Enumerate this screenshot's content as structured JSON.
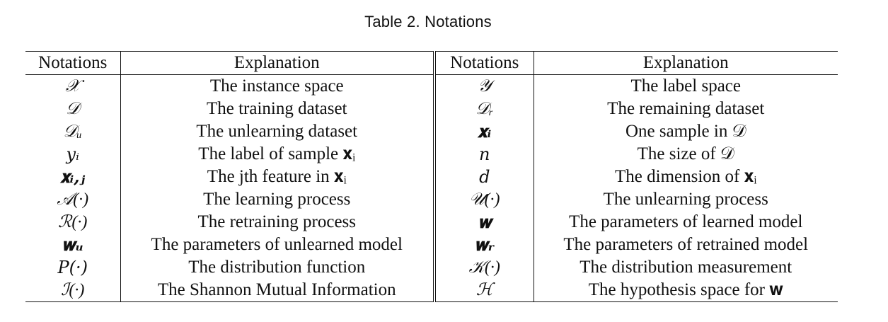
{
  "caption": "Table 2.  Notations",
  "table": {
    "headers": [
      "Notations",
      "Explanation",
      "Notations",
      "Explanation"
    ],
    "rows": [
      {
        "sym_left": "𝒳",
        "exp_left": "The instance space",
        "sym_right": "𝒴",
        "exp_right": "The label space"
      },
      {
        "sym_left": "𝒟",
        "exp_left": "The training dataset",
        "sym_right": "𝒟ᵣ",
        "exp_right": "The remaining dataset"
      },
      {
        "sym_left": "𝒟ᵤ",
        "exp_left": "The unlearning dataset",
        "sym_right": "𝐱ᵢ",
        "exp_right": "One sample in 𝒟"
      },
      {
        "sym_left": "yᵢ",
        "exp_left": "The label of sample 𝐱ᵢ",
        "sym_right": "n",
        "exp_right": "The size of 𝒟"
      },
      {
        "sym_left": "𝐱ᵢ,ⱼ",
        "exp_left": "The jth feature in 𝐱ᵢ",
        "sym_right": "d",
        "exp_right": "The dimension of 𝐱ᵢ"
      },
      {
        "sym_left": "𝒜(·)",
        "exp_left": "The learning process",
        "sym_right": "𝒰(·)",
        "exp_right": "The unlearning process"
      },
      {
        "sym_left": "ℛ(·)",
        "exp_left": "The retraining process",
        "sym_right": "𝐰",
        "exp_right": "The parameters of learned model"
      },
      {
        "sym_left": "𝐰ᵤ",
        "exp_left": "The parameters of unlearned model",
        "sym_right": "𝐰ᵣ",
        "exp_right": "The parameters of retrained model"
      },
      {
        "sym_left": "P(·)",
        "exp_left": "The distribution function",
        "sym_right": "𝒦(·)",
        "exp_right": "The distribution measurement"
      },
      {
        "sym_left": "ℐ(·)",
        "exp_left": "The Shannon Mutual Information",
        "sym_right": "ℋ",
        "exp_right": "The hypothesis space for 𝐰"
      }
    ]
  }
}
